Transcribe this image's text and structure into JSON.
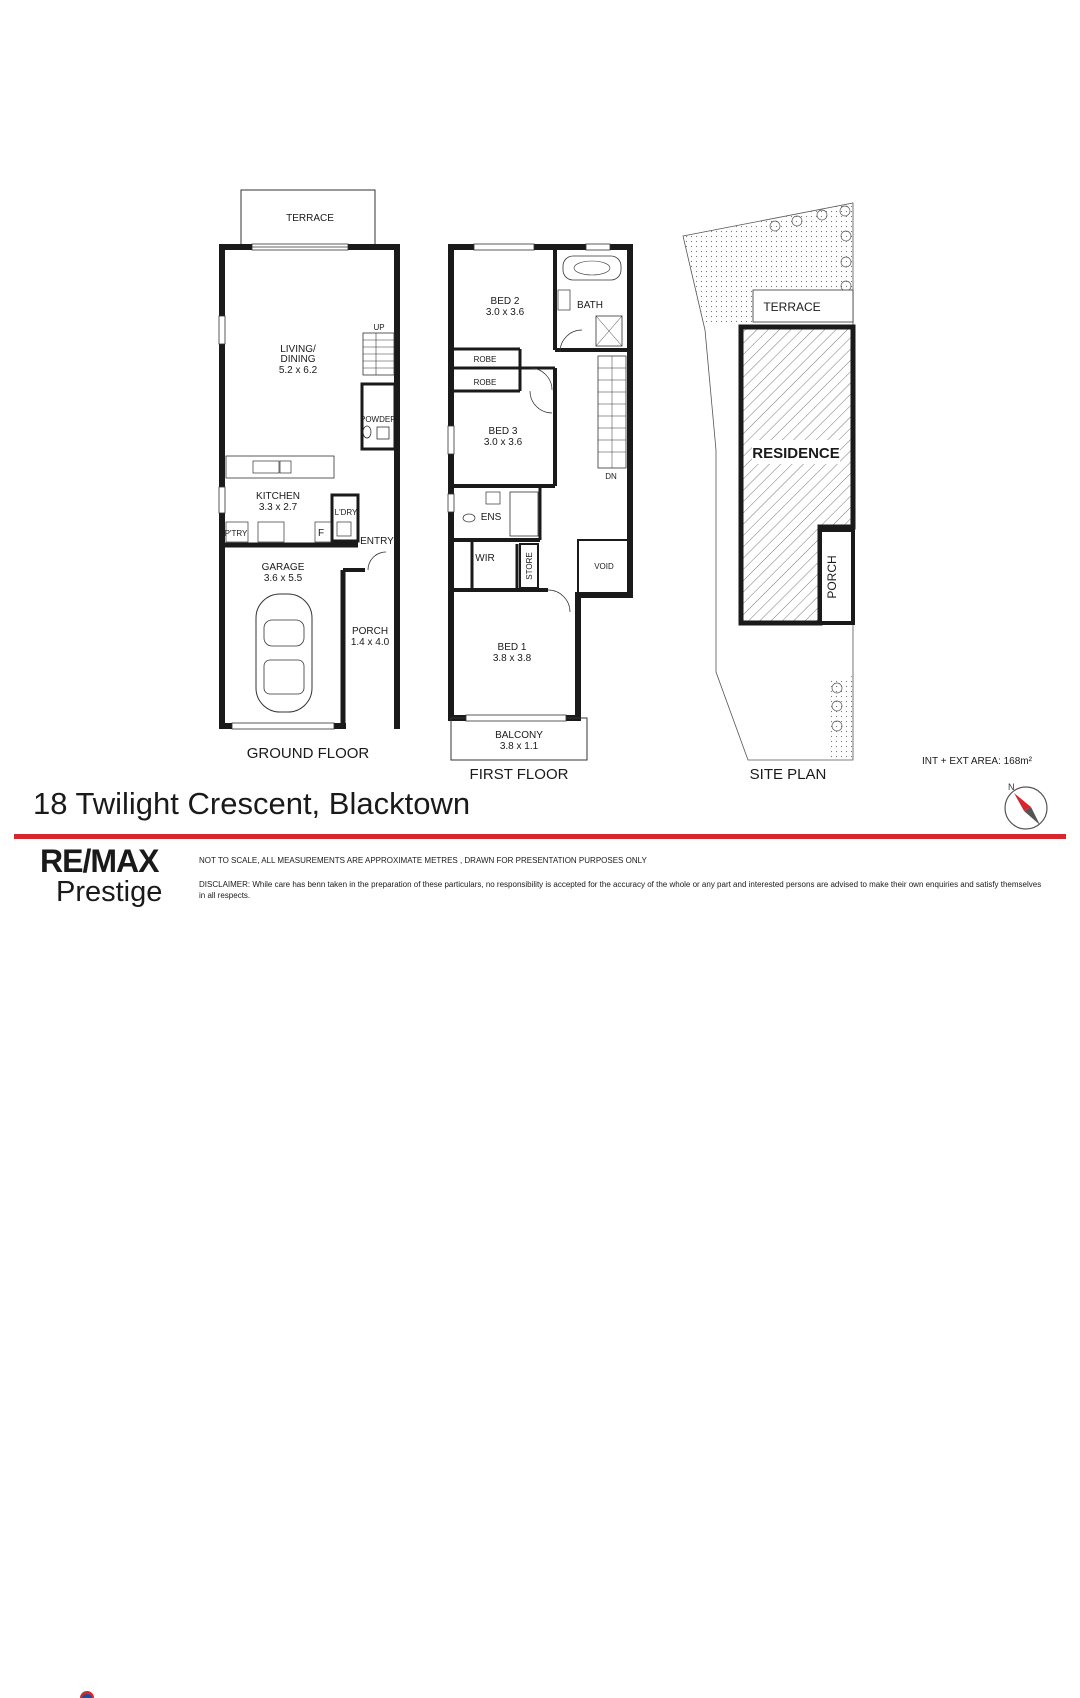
{
  "floors": {
    "ground": "GROUND FLOOR",
    "first": "FIRST FLOOR",
    "site": "SITE PLAN"
  },
  "ground_rooms": {
    "terrace": "TERRACE",
    "living": "LIVING/",
    "living2": "DINING",
    "living_dim": "5.2 x 6.2",
    "up": "UP",
    "powder": "POWDER",
    "kitchen": "KITCHEN",
    "kitchen_dim": "3.3 x 2.7",
    "ldry": "L'DRY",
    "ptry": "P'TRY",
    "fridge": "F",
    "entry": "ENTRY",
    "garage": "GARAGE",
    "garage_dim": "3.6 x 5.5",
    "porch": "PORCH",
    "porch_dim": "1.4 x 4.0"
  },
  "first_rooms": {
    "bed2": "BED 2",
    "bed2_dim": "3.0 x 3.6",
    "bath": "BATH",
    "robe1": "ROBE",
    "robe2": "ROBE",
    "bed3": "BED 3",
    "bed3_dim": "3.0 x 3.6",
    "dn": "DN",
    "ens": "ENS",
    "wir": "WIR",
    "store": "STORE",
    "void": "VOID",
    "bed1": "BED 1",
    "bed1_dim": "3.8 x 3.8",
    "balcony": "BALCONY",
    "balcony_dim": "3.8 x 1.1"
  },
  "site_rooms": {
    "terrace": "TERRACE",
    "residence": "RESIDENCE",
    "porch": "PORCH"
  },
  "area": "INT + EXT AREA:  168m²",
  "compass_n": "N",
  "address": "18 Twilight Crescent, Blacktown",
  "logo": {
    "brand": "RE/MAX",
    "office": "Prestige"
  },
  "note": "NOT TO SCALE, ALL MEASUREMENTS ARE APPROXIMATE METRES , DRAWN FOR PRESENTATION PURPOSES ONLY",
  "disclaimer": "DISCLAIMER: While care has benn taken in the preparation of these particulars, no responsibility is accepted for the accuracy of the whole or any part and interested persons are advised to make their own enquiries and satisfy themselves in all respects.",
  "colors": {
    "accent": "#d7262e",
    "wall": "#1a1a1a"
  }
}
